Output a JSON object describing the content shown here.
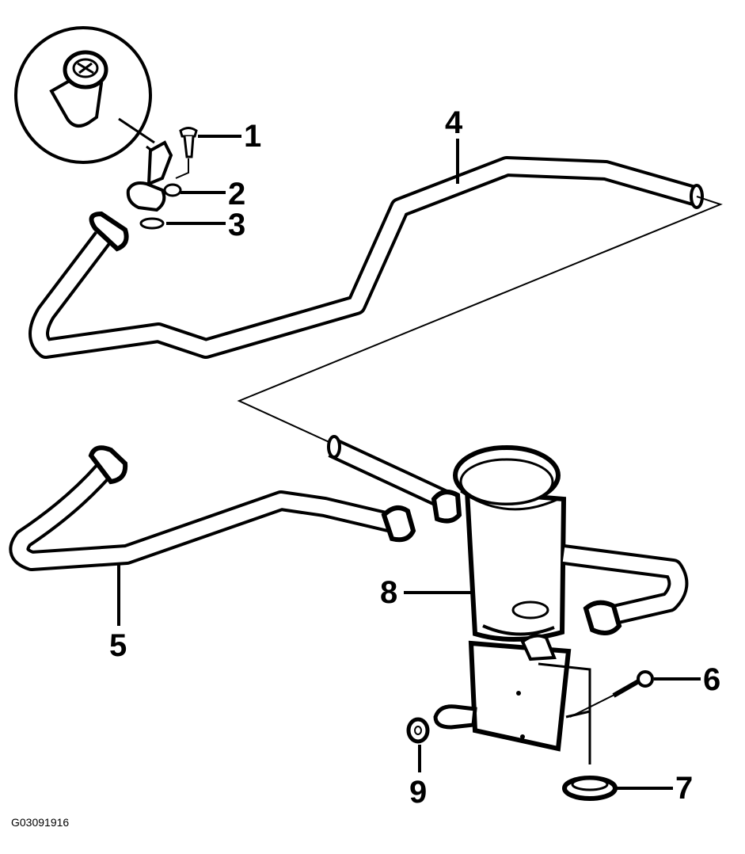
{
  "diagram": {
    "drawing_id": "G03091916",
    "callouts": [
      "1",
      "2",
      "3",
      "4",
      "5",
      "6",
      "7",
      "8",
      "9"
    ]
  }
}
